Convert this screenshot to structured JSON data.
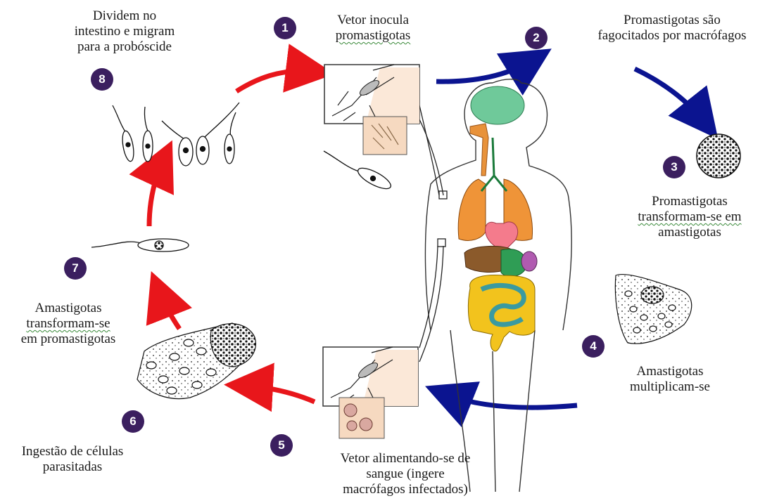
{
  "colors": {
    "step_badge": "#3b1f5f",
    "arrow_red": "#e8161b",
    "arrow_blue": "#0b1490",
    "brain": "#6fc99a",
    "esophagus": "#e8923a",
    "lungs": "#ef9438",
    "heart": "#f47b8c",
    "liver": "#8b5a2b",
    "stomach": "#2f9d55",
    "spleen": "#b05bb0",
    "small_intestine": "#3a9aa0",
    "large_intestine": "#f2c31d"
  },
  "steps": [
    {
      "number": "1",
      "label_lines": [
        "Vetor inocula",
        "promastigotas"
      ]
    },
    {
      "number": "2",
      "label_lines": [
        "Promastigotas são",
        "fagocitados por macrófagos"
      ]
    },
    {
      "number": "3",
      "label_lines": [
        "Promastigotas",
        "transformam-se em",
        "amastigotas"
      ]
    },
    {
      "number": "4",
      "label_lines": [
        "Amastigotas",
        "multiplicam-se"
      ]
    },
    {
      "number": "5",
      "label_lines": [
        "Vetor alimentando-se  de",
        "sangue (ingere",
        "macrófagos infectados)"
      ]
    },
    {
      "number": "6",
      "label_lines": [
        "Ingestão de células",
        "parasitadas"
      ]
    },
    {
      "number": "7",
      "label_lines": [
        "Amastigotas",
        "transformam-se",
        "em promastigotas"
      ]
    },
    {
      "number": "8",
      "label_lines": [
        "Dividem no",
        "intestino e migram",
        "para a probóscide"
      ]
    }
  ]
}
